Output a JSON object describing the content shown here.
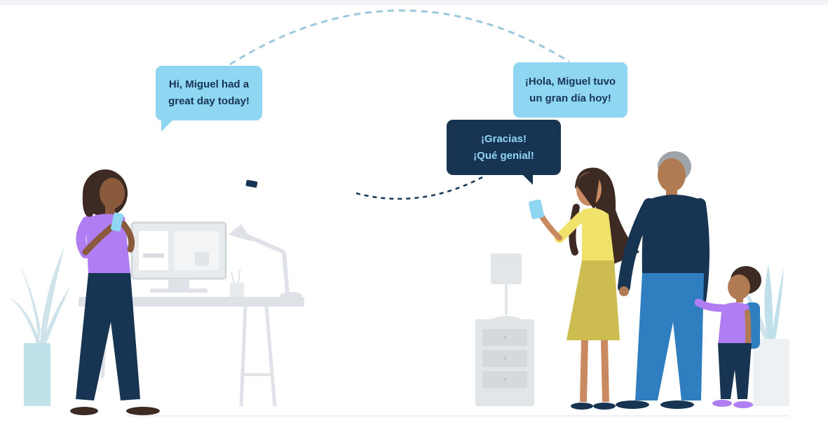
{
  "bubbles": {
    "teacher": {
      "line1": "Hi, Miguel had a",
      "line2": "great day today!"
    },
    "translated": {
      "line1": "¡Hola, Miguel tuvo",
      "line2": "un gran día hoy!"
    },
    "reply": {
      "line1": "¡Gracias!",
      "line2": "¡Qué genial!"
    }
  },
  "colors": {
    "bubble_light": "#8fd6f2",
    "bubble_dark": "#173553",
    "navy": "#173553",
    "purple": "#b07ef2",
    "yellow": "#f0e26a",
    "blue": "#2f7ec0",
    "furniture": "#dfe3e7"
  }
}
